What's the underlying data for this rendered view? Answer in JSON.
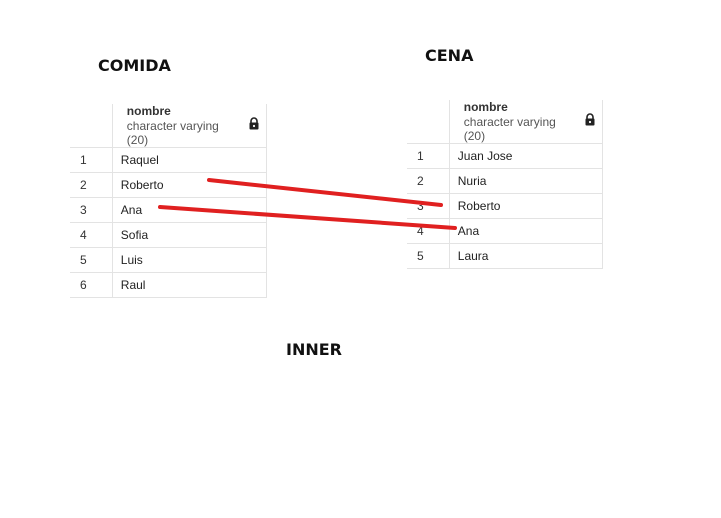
{
  "titles": {
    "comida": "COMIDA",
    "cena": "CENA",
    "inner": "INNER"
  },
  "comida": {
    "column_name": "nombre",
    "column_type": "character varying (20)",
    "lock_icon": "lock-icon",
    "rows": [
      {
        "n": "1",
        "v": "Raquel"
      },
      {
        "n": "2",
        "v": "Roberto"
      },
      {
        "n": "3",
        "v": "Ana"
      },
      {
        "n": "4",
        "v": "Sofia"
      },
      {
        "n": "5",
        "v": "Luis"
      },
      {
        "n": "6",
        "v": "Raul"
      }
    ]
  },
  "cena": {
    "column_name": "nombre",
    "column_type": "character varying (20)",
    "lock_icon": "lock-icon",
    "rows": [
      {
        "n": "1",
        "v": "Juan Jose"
      },
      {
        "n": "2",
        "v": "Nuria"
      },
      {
        "n": "3",
        "v": "Roberto"
      },
      {
        "n": "4",
        "v": "Ana"
      },
      {
        "n": "5",
        "v": "Laura"
      }
    ]
  },
  "links": {
    "color": "#e02020",
    "pairs": [
      {
        "from": "comida.Roberto",
        "to": "cena.Roberto"
      },
      {
        "from": "comida.Ana",
        "to": "cena.Ana"
      }
    ]
  }
}
